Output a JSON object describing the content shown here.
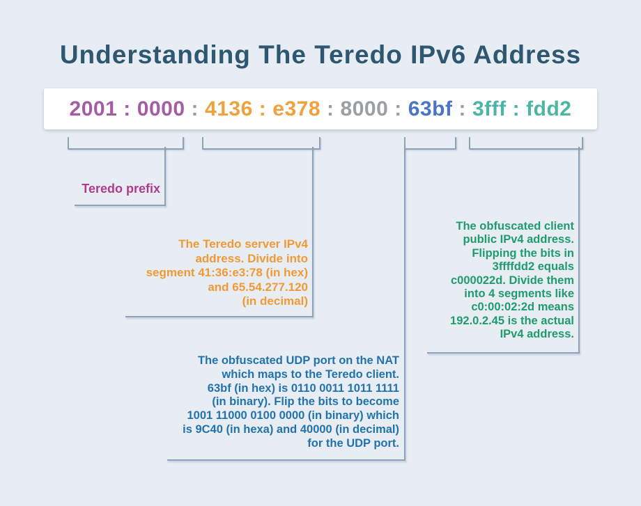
{
  "title": "Understanding The Teredo IPv6 Address",
  "colors": {
    "background": "#e8edf4",
    "title": "#2e5871",
    "line": "#8da2b8",
    "purple": "#a55ca4",
    "orange": "#f0a03c",
    "gray": "#9b9ea3",
    "blue": "#4a74c5",
    "teal": "#4cb5a4",
    "label_pink": "#b03a8c",
    "note_orange": "#ef9a34",
    "note_blue": "#2273ad",
    "note_green": "#1f9b6e"
  },
  "address": {
    "parts": [
      {
        "text": "2001",
        "color": "purple"
      },
      {
        "text": ":",
        "color": "purple"
      },
      {
        "text": "0000",
        "color": "purple"
      },
      {
        "text": ":",
        "color": "gray"
      },
      {
        "text": "4136",
        "color": "orange"
      },
      {
        "text": ":",
        "color": "orange"
      },
      {
        "text": "e378",
        "color": "orange"
      },
      {
        "text": ":",
        "color": "gray"
      },
      {
        "text": "8000",
        "color": "gray"
      },
      {
        "text": ":",
        "color": "gray"
      },
      {
        "text": "63bf",
        "color": "blue"
      },
      {
        "text": ":",
        "color": "gray"
      },
      {
        "text": "3fff",
        "color": "teal"
      },
      {
        "text": ":",
        "color": "teal"
      },
      {
        "text": "fdd2",
        "color": "teal"
      }
    ]
  },
  "annotations": {
    "prefix": {
      "label": "Teredo prefix"
    },
    "server": {
      "text": "The Teredo server IPv4\naddress. Divide into\nsegment 41:36:e3:78 (in hex)\nand 65.54.277.120\n(in decimal)"
    },
    "udp": {
      "text": "The obfuscated UDP port on the NAT\nwhich maps to the Teredo client.\n63bf (in hex) is 0110 0011 1011 1111\n(in binary). Flip the bits to become\n1001 11000 0100 0000 (in binary) which\nis 9C40 (in hexa) and 40000 (in decimal)\nfor the UDP port."
    },
    "client": {
      "text": "The obfuscated client\npublic IPv4 address.\nFlipping the bits in\n3ffffdd2 equals\nc000022d. Divide them\ninto 4 segments like\nc0:00:02:2d means\n192.0.2.45 is the actual\nIPv4 address."
    }
  }
}
